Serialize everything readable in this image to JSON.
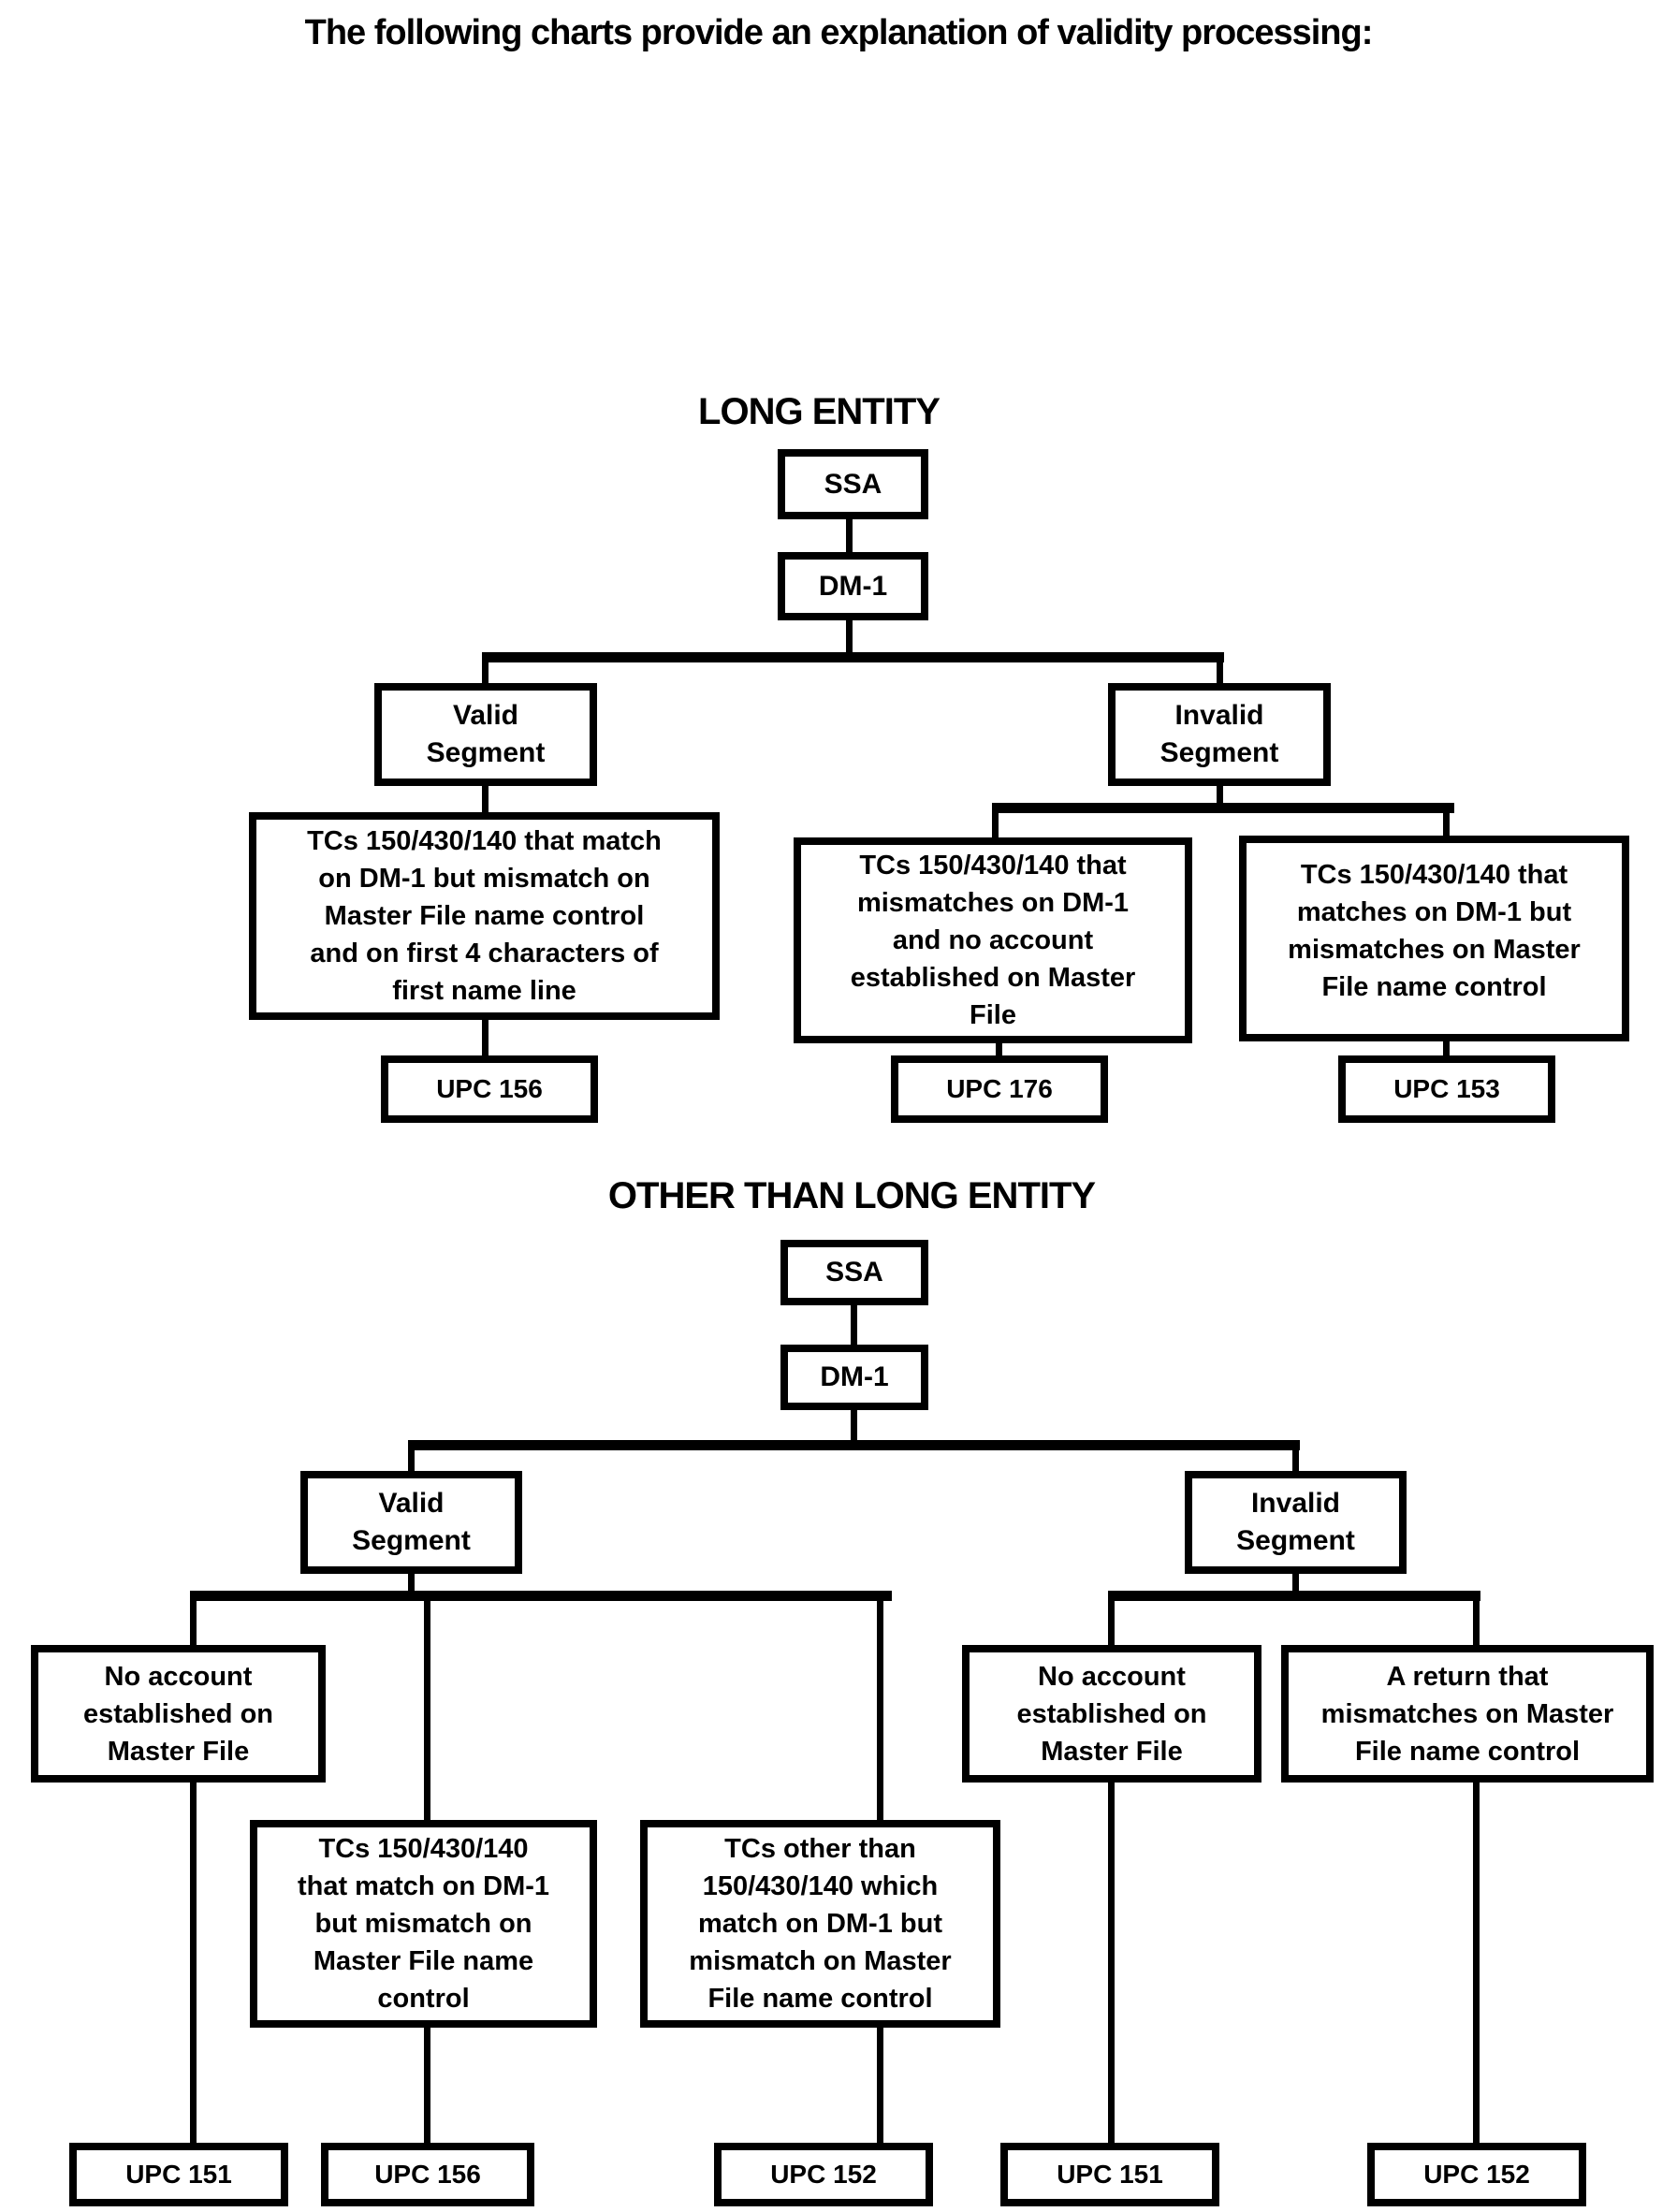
{
  "page_title": "The following charts provide an explanation of validity processing:",
  "chart1": {
    "title": "LONG ENTITY",
    "ssa": "SSA",
    "dm1": "DM-1",
    "valid_segment": "Valid\nSegment",
    "invalid_segment": "Invalid\nSegment",
    "valid_desc": "TCs 150/430/140 that match\non DM-1 but mismatch on\nMaster File name control\nand on first 4 characters of\nfirst name line",
    "valid_upc": "UPC 156",
    "invalid_left_desc": "TCs 150/430/140 that\nmismatches on DM-1\nand no account\nestablished on Master\nFile",
    "invalid_left_upc": "UPC 176",
    "invalid_right_desc": "TCs 150/430/140 that\nmatches on DM-1 but\nmismatches on Master\nFile name control",
    "invalid_right_upc": "UPC 153"
  },
  "chart2": {
    "title": "OTHER THAN LONG ENTITY",
    "ssa": "SSA",
    "dm1": "DM-1",
    "valid_segment": "Valid\nSegment",
    "invalid_segment": "Invalid\nSegment",
    "valid_left_desc": "No account\nestablished on\nMaster File",
    "valid_left_upc": "UPC 151",
    "valid_mid_desc": "TCs 150/430/140\nthat match on DM-1\nbut mismatch on\nMaster File name\ncontrol",
    "valid_mid_upc": "UPC 156",
    "valid_right_desc": "TCs other than\n150/430/140 which\nmatch on DM-1 but\nmismatch on Master\nFile name control",
    "valid_right_upc": "UPC 152",
    "invalid_left_desc": "No account\nestablished on\nMaster File",
    "invalid_left_upc": "UPC 151",
    "invalid_right_desc": "A return that\nmismatches on Master\nFile name control",
    "invalid_right_upc": "UPC 152"
  }
}
